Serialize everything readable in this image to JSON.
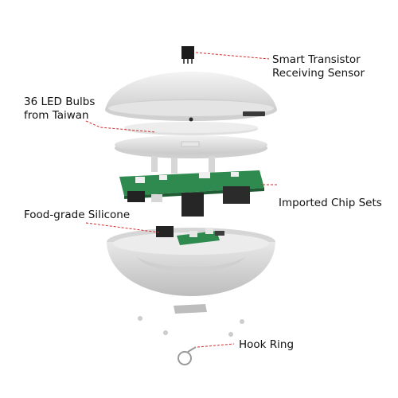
{
  "diagram": {
    "accent_color": "#d42a2a",
    "callouts": [
      {
        "id": "sensor",
        "lines": [
          "Smart Transistor",
          "Receiving Sensor"
        ]
      },
      {
        "id": "led",
        "lines": [
          "36 LED Bulbs",
          "from Taiwan"
        ]
      },
      {
        "id": "chip",
        "lines": [
          "Imported Chip Sets"
        ]
      },
      {
        "id": "silicone",
        "lines": [
          "Food-grade Silicone"
        ]
      },
      {
        "id": "hook",
        "lines": [
          "Hook Ring"
        ]
      }
    ]
  }
}
